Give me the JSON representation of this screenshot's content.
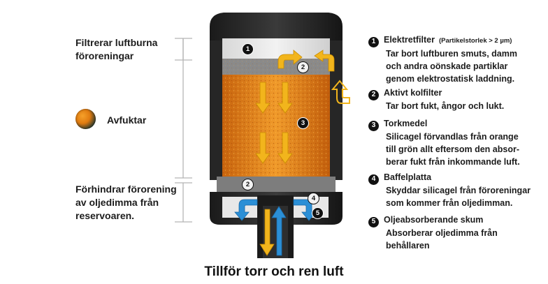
{
  "left_labels": {
    "filters": "Filtrerar luftburna föroreningar",
    "filters_line1": "Filtrerar luftburna",
    "filters_line2": "föroreningar",
    "dryer": "Avfuktar",
    "prevents_line1": "Förhindrar förorening",
    "prevents_line2": "av oljedimma från",
    "prevents_line3": "reservoaren."
  },
  "items": [
    {
      "num": "1",
      "title": "Elektretfilter",
      "note": "(Partikelstorlek > 2 µm)",
      "desc": [
        "Tar bort luftburen smuts, damm",
        "och andra oönskade partiklar",
        "genom elektrostatisk laddning."
      ]
    },
    {
      "num": "2",
      "title": "Aktivt kolfilter",
      "note": "",
      "desc": [
        "Tar bort fukt, ångor och lukt."
      ]
    },
    {
      "num": "3",
      "title": "Torkmedel",
      "note": "",
      "desc": [
        "Silicagel förvandlas från orange",
        "till grön allt eftersom den absor-",
        "berar fukt från inkommande luft."
      ]
    },
    {
      "num": "4",
      "title": "Baffelplatta",
      "note": "",
      "desc": [
        "Skyddar silicagel från föroreningar",
        "som kommer från oljedimman."
      ]
    },
    {
      "num": "5",
      "title": "Oljeabsorberande skum",
      "note": "",
      "desc": [
        "Absorberar oljedimma från",
        "behållaren"
      ]
    }
  ],
  "pins": [
    "1",
    "2",
    "3",
    "2",
    "4",
    "5"
  ],
  "caption": "Tillför torr och ren luft",
  "colors": {
    "desiccant": "#e8821a",
    "arrow_yellow": "#f2b51c",
    "arrow_blue": "#2b8fd6",
    "housing": "#2a2a2a"
  }
}
